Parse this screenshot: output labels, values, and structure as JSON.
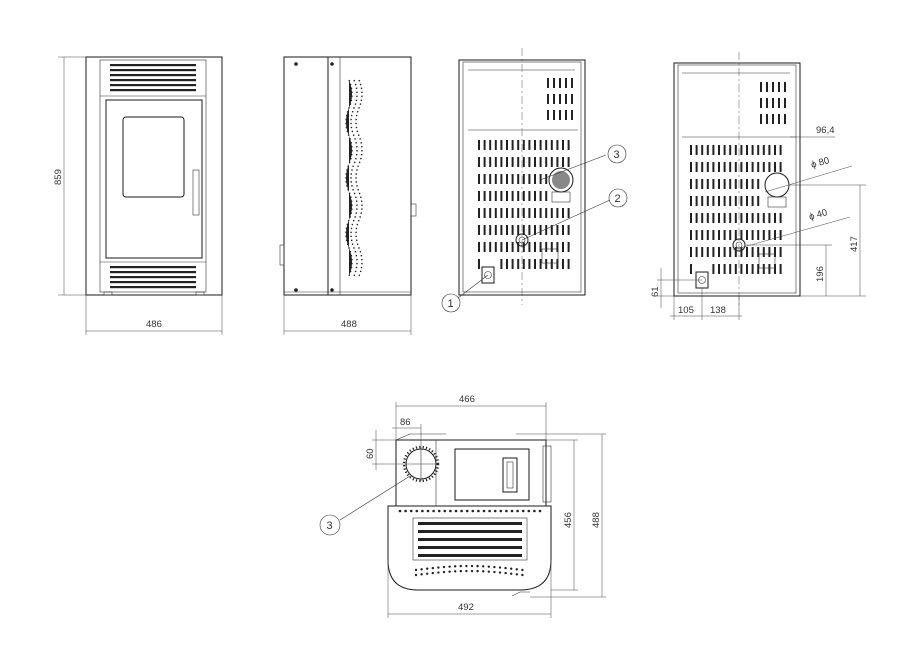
{
  "views": {
    "front": {
      "height_label": "859",
      "width_label": "486"
    },
    "side": {
      "depth_label": "488"
    },
    "rear_callouts": {
      "c1": "1",
      "c2": "2",
      "c3": "3"
    },
    "rear_dims": {
      "offset_top": "96,4",
      "dia_80": "ϕ 80",
      "dia_40": "ϕ 40",
      "h_417": "417",
      "h_196": "196",
      "h_61": "61",
      "w_105": "105",
      "w_138": "138"
    },
    "top": {
      "w_466": "466",
      "w_86": "86",
      "h_60": "60",
      "d_456": "456",
      "d_488": "488",
      "w_492": "492",
      "callout": "3"
    }
  }
}
